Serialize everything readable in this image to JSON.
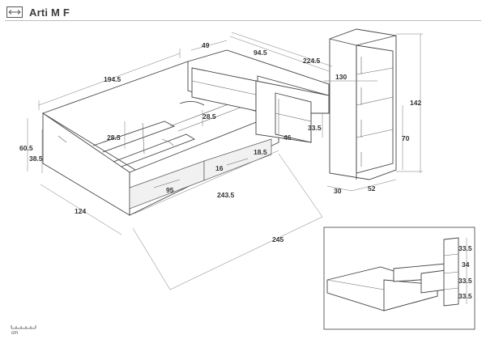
{
  "header": {
    "title": "Arti M F",
    "icon": "width-arrow-icon"
  },
  "dimensions": {
    "bed_length": "194.5",
    "headboard_depth": "49",
    "unit_width": "94.5",
    "total_top": "224.5",
    "side_height": "60.5",
    "inner_height": "38.5",
    "rail_height": "28.5",
    "shelf_offset": "28.5",
    "bed_width": "124",
    "drawer_width": "95",
    "drawer_gap": "16",
    "drawer_depth": "18.5",
    "front_length": "243.5",
    "desk_height": "46",
    "desk_shelf": "33.5",
    "total_length": "245",
    "bookcase_height": "142",
    "bookcase_depth": "130",
    "bookcase_width": "70",
    "bookcase_base": "30",
    "bookcase_side": "52",
    "shelf_1": "33.5",
    "shelf_2": "34",
    "shelf_3": "33.5",
    "shelf_4": "33.5"
  },
  "scale": {
    "unit": "cm"
  }
}
